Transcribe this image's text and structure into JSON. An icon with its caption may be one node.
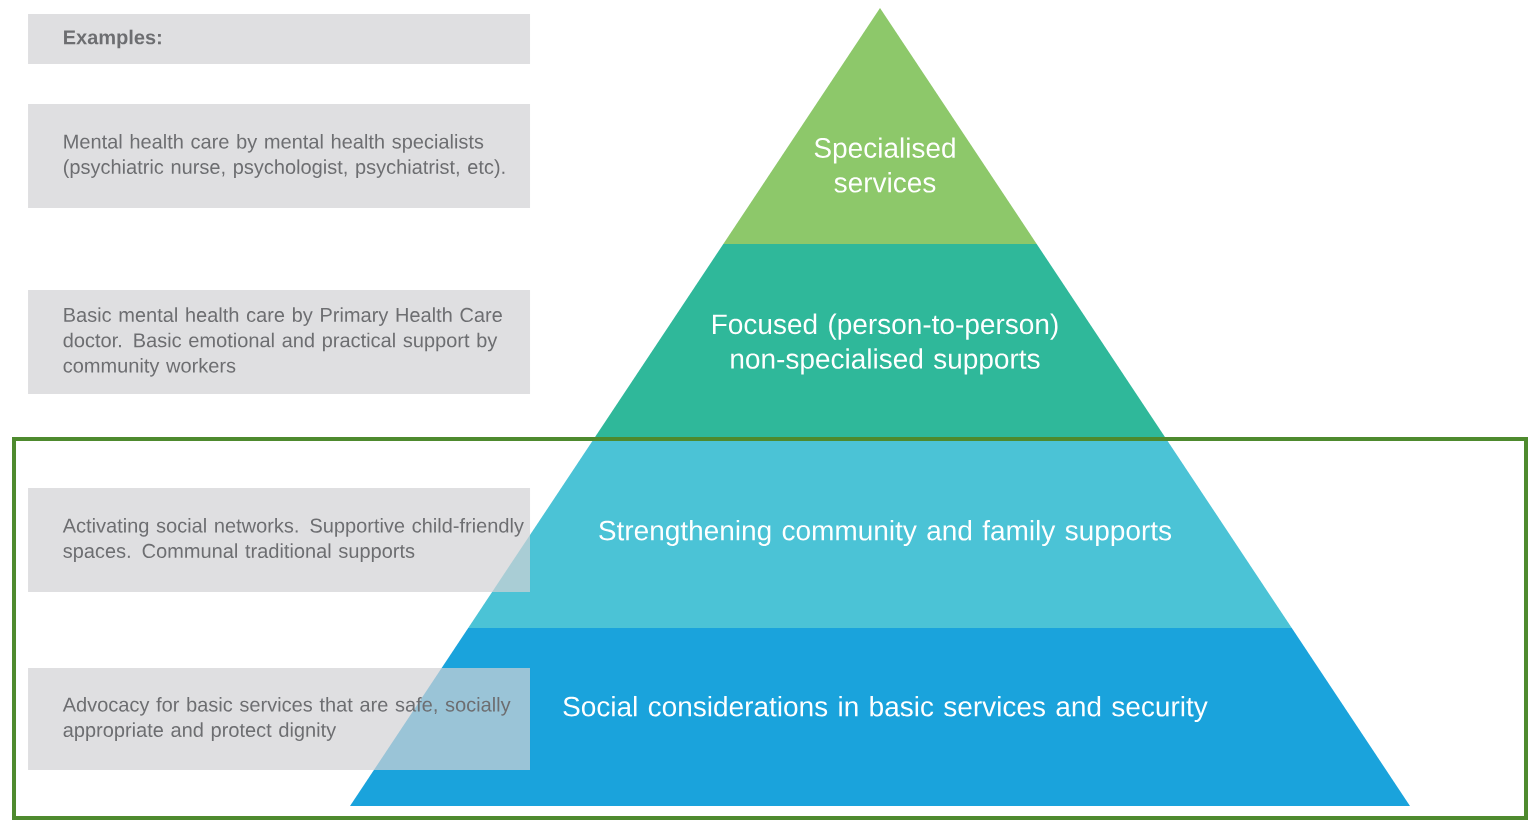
{
  "diagram": {
    "nodes": [
      {
        "text": [
          "Examples:"
        ]
      },
      {
        "text": [
          "Mental health care by mental health specialists (psychiatric nurse, psychologist, psychiatrist, etc)."
        ]
      },
      {
        "text": [
          "Basic mental health care by Primary Health Care doctor. Basic emotional and practical support by community workers"
        ]
      },
      {
        "text": [
          "Activating social networks. Supportive child-friendly spaces. Communal traditional supports"
        ]
      },
      {
        "text": [
          "Advocacy for basic services that are safe, socially appropriate and protect dignity"
        ]
      },
      {
        "text": [
          "Specialised services"
        ]
      },
      {
        "text": [
          "Focused (person-to-person) non-specialised supports"
        ]
      },
      {
        "text": [
          "Strengthening community and family supports"
        ]
      },
      {
        "text": [
          "Social considerations in basic services and security"
        ]
      }
    ]
  }
}
